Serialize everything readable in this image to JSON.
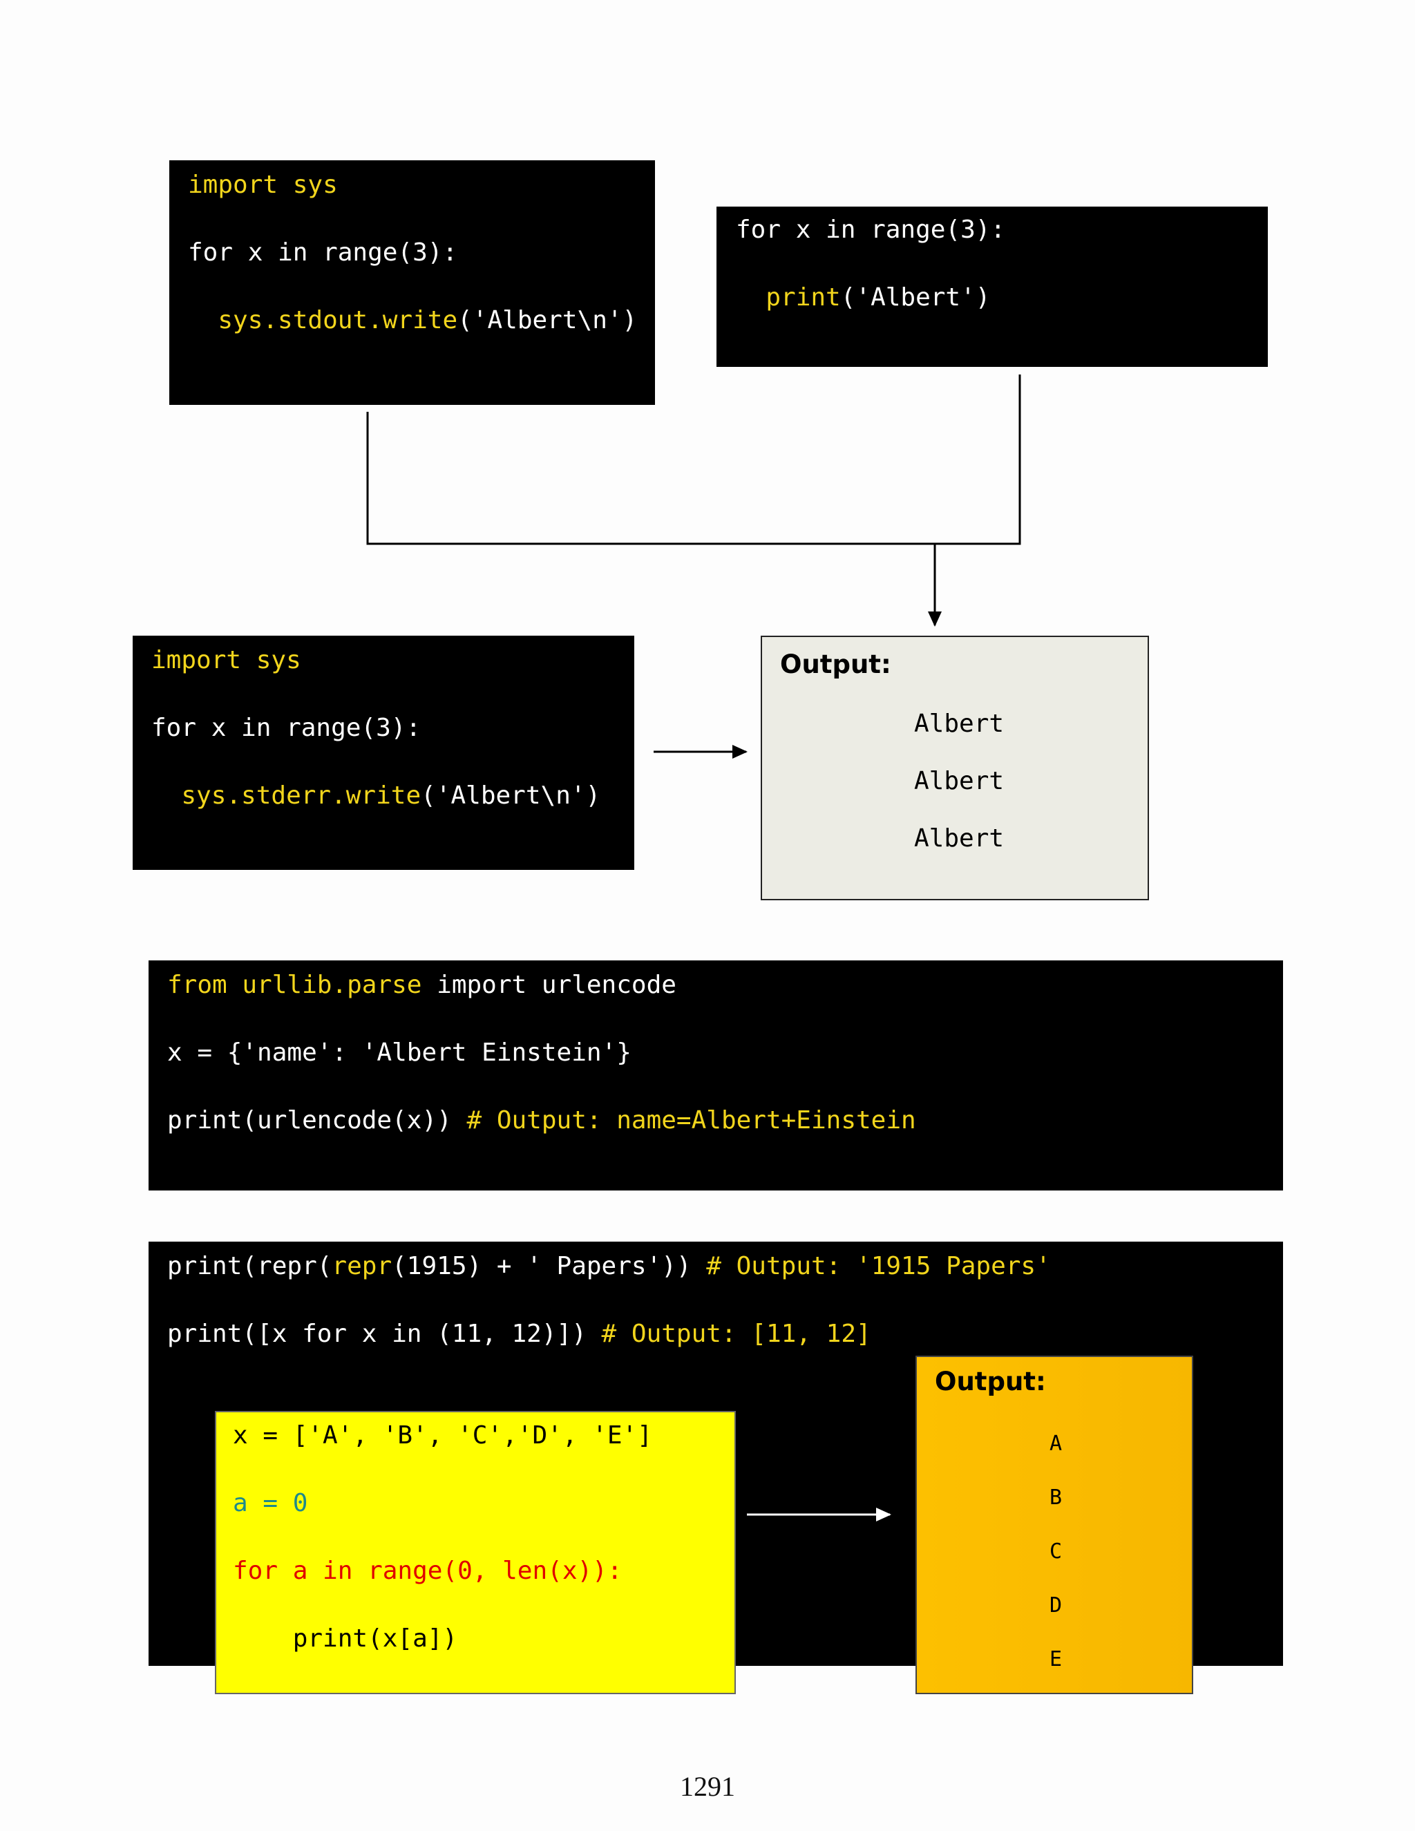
{
  "block1": {
    "lines": [
      [
        {
          "t": "import sys",
          "c": "y"
        }
      ],
      [
        {
          "t": "for x in range(3):",
          "c": "w"
        }
      ],
      [
        {
          "t": "  sys.stdout.write",
          "c": "y"
        },
        {
          "t": "('Albert\\n')",
          "c": "w"
        }
      ]
    ]
  },
  "block2": {
    "lines": [
      [
        {
          "t": "for x in range(3):",
          "c": "w"
        }
      ],
      [
        {
          "t": "  print",
          "c": "y"
        },
        {
          "t": "('Albert')",
          "c": "w"
        }
      ]
    ]
  },
  "block3": {
    "lines": [
      [
        {
          "t": "import sys",
          "c": "y"
        }
      ],
      [
        {
          "t": "for x in range(3):",
          "c": "w"
        }
      ],
      [
        {
          "t": "  sys.stderr.write",
          "c": "y"
        },
        {
          "t": "('Albert\\n')",
          "c": "w"
        }
      ]
    ]
  },
  "output1": {
    "title": "Output:",
    "items": [
      "Albert",
      "Albert",
      "Albert"
    ]
  },
  "block4": {
    "lines": [
      [
        {
          "t": "from urllib.parse",
          "c": "y"
        },
        {
          "t": " import urlencode",
          "c": "w"
        }
      ],
      [
        {
          "t": "x = {'name': 'Albert Einstein'}",
          "c": "w"
        }
      ],
      [
        {
          "t": "print(urlencode(x))",
          "c": "w"
        },
        {
          "t": " # Output: name=Albert+Einstein",
          "c": "y"
        }
      ]
    ]
  },
  "block5": {
    "lines": [
      [
        {
          "t": "print(repr(",
          "c": "w"
        },
        {
          "t": "repr",
          "c": "y"
        },
        {
          "t": "(1915) + ' Papers'))",
          "c": "w"
        },
        {
          "t": " # Output: '1915 Papers'",
          "c": "y"
        }
      ],
      [
        {
          "t": "print([x for x in (11, 12)])",
          "c": "w"
        },
        {
          "t": " # Output: [11, 12]",
          "c": "y"
        }
      ]
    ]
  },
  "block6": {
    "lines": [
      [
        {
          "t": "x = ['A', 'B', 'C','D', 'E']",
          "c": "b"
        }
      ],
      [
        {
          "t": "a = 0",
          "c": "teal"
        }
      ],
      [
        {
          "t": "for a in range(0, len(x)):",
          "c": "red"
        }
      ],
      [
        {
          "t": "    print(x[a])",
          "c": "b"
        }
      ]
    ]
  },
  "output2": {
    "title": "Output:",
    "items": [
      "A",
      "B",
      "C",
      "D",
      "E"
    ]
  },
  "page_number": "1291"
}
